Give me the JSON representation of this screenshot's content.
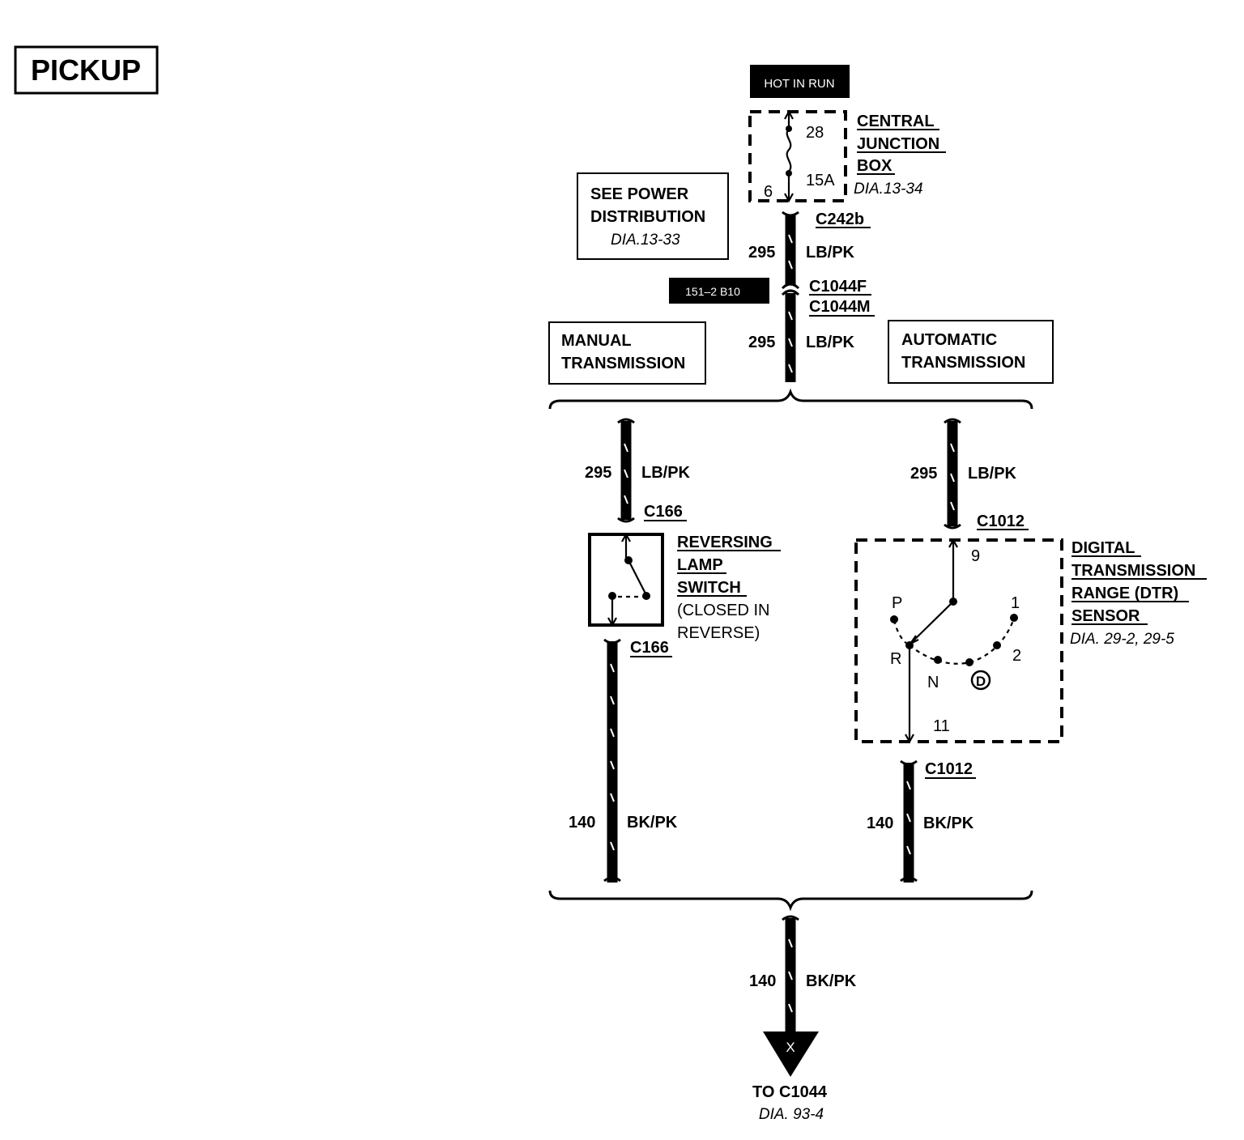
{
  "title": "PICKUP",
  "hot_in_run": "HOT IN RUN",
  "junction_box": {
    "line1": "CENTRAL",
    "line2": "JUNCTION",
    "line3": "BOX",
    "ref": "DIA.13-34",
    "pin_top": "28",
    "fuse": "15A",
    "pin_bottom": "6"
  },
  "power_dist": {
    "line1": "SEE POWER",
    "line2": "DISTRIBUTION",
    "ref": "DIA.13-33"
  },
  "c242b": "C242b",
  "upper_wire1": {
    "num": "295",
    "color": "LB/PK"
  },
  "location_badge": "151–2 B10",
  "c1044f": "C1044F",
  "c1044m": "C1044M",
  "upper_wire2": {
    "num": "295",
    "color": "LB/PK"
  },
  "manual": {
    "line1": "MANUAL",
    "line2": "TRANSMISSION"
  },
  "automatic": {
    "line1": "AUTOMATIC",
    "line2": "TRANSMISSION"
  },
  "manual_wire_top": {
    "num": "295",
    "color": "LB/PK"
  },
  "c166_top": "C166",
  "reversing_switch": {
    "line1": "REVERSING",
    "line2": "LAMP",
    "line3": "SWITCH",
    "line4": "(CLOSED IN",
    "line5": "REVERSE)"
  },
  "c166_bottom": "C166",
  "manual_wire_bottom": {
    "num": "140",
    "color": "BK/PK"
  },
  "auto_wire_top": {
    "num": "295",
    "color": "LB/PK"
  },
  "c1012_top": "C1012",
  "dtr": {
    "line1": "DIGITAL",
    "line2": "TRANSMISSION",
    "line3": "RANGE (DTR)",
    "line4": "SENSOR",
    "ref": "DIA. 29-2, 29-5",
    "pin_top": "9",
    "pin_bottom": "11",
    "pos_p": "P",
    "pos_r": "R",
    "pos_n": "N",
    "pos_d": "D",
    "pos_2": "2",
    "pos_1": "1"
  },
  "c1012_bottom": "C1012",
  "auto_wire_bottom": {
    "num": "140",
    "color": "BK/PK"
  },
  "ground_wire": {
    "num": "140",
    "color": "BK/PK"
  },
  "arrow_mark": "X",
  "destination": {
    "line1": "TO C1044",
    "ref": "DIA. 93-4"
  }
}
